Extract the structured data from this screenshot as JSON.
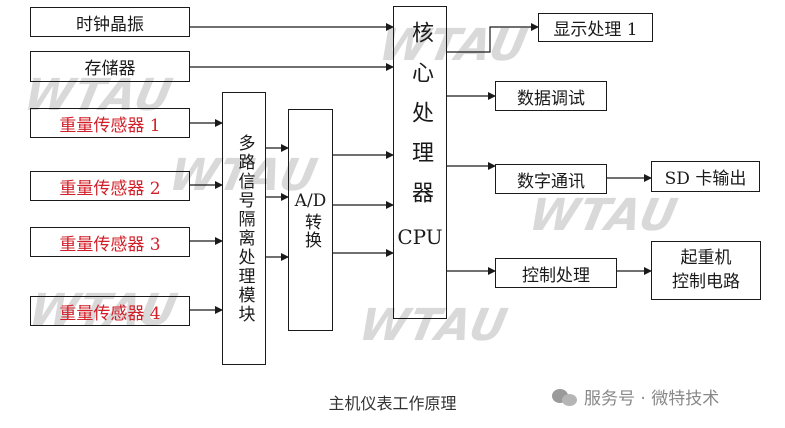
{
  "diagram": {
    "caption": "主机仪表工作原理",
    "footer_source": "服务号 · 微特技术",
    "watermark": "WTAU",
    "colors": {
      "sensor_text": "#d2202a",
      "line": "#1a1a1a",
      "watermark": "#d9d9d9"
    },
    "nodes": {
      "clock": "时钟晶振",
      "memory": "存储器",
      "sensor1": "重量传感器 1",
      "sensor2": "重量传感器 2",
      "sensor3": "重量传感器 3",
      "sensor4": "重量传感器 4",
      "isolation": "多路信号隔离处理模块",
      "adc_title": "A/D",
      "adc_sub": "转换",
      "cpu_title": "核心处理器",
      "cpu_sub": "CPU",
      "display": "显示处理 1",
      "debug": "数据调试",
      "comm": "数字通讯",
      "sd": "SD 卡输出",
      "control": "控制处理",
      "crane_line1": "起重机",
      "crane_line2": "控制电路"
    }
  }
}
